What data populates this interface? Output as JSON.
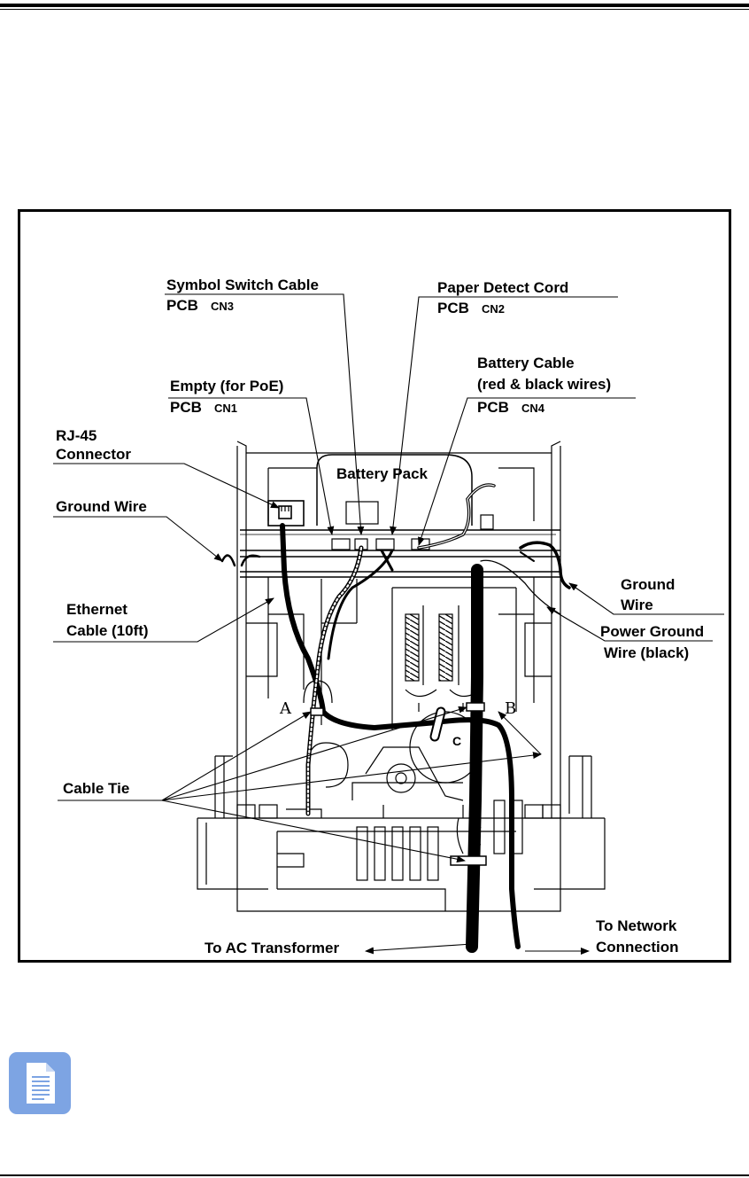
{
  "figure": {
    "labels": {
      "symbol_switch_cable": "Symbol Switch Cable",
      "cn3_pcb": "PCB",
      "cn3": "CN3",
      "paper_detect_cord": "Paper Detect Cord",
      "cn2_pcb": "PCB",
      "cn2": "CN2",
      "empty_for_poe": "Empty (for PoE)",
      "cn1_pcb": "PCB",
      "cn1": "CN1",
      "battery_cable": "Battery Cable",
      "battery_cable_sub": "(red & black wires)",
      "cn4_pcb": "PCB",
      "cn4": "CN4",
      "rj45_line1": "RJ-45",
      "rj45_line2": "Connector",
      "battery_pack": "Battery Pack",
      "ground_wire_left": "Ground Wire",
      "ground_wire_right_line1": "Ground",
      "ground_wire_right_line2": "Wire",
      "ethernet_line1": "Ethernet",
      "ethernet_line2": "Cable (10ft)",
      "power_ground_line1": "Power Ground",
      "power_ground_line2": "Wire (black)",
      "cable_tie": "Cable Tie",
      "letter_a": "A",
      "letter_b": "B",
      "letter_c": "C",
      "to_ac_transformer": "To AC Transformer",
      "to_network_line1": "To Network",
      "to_network_line2": "Connection"
    }
  },
  "note": {
    "icon": "document-note-icon",
    "icon_color": "#7da4e3"
  }
}
